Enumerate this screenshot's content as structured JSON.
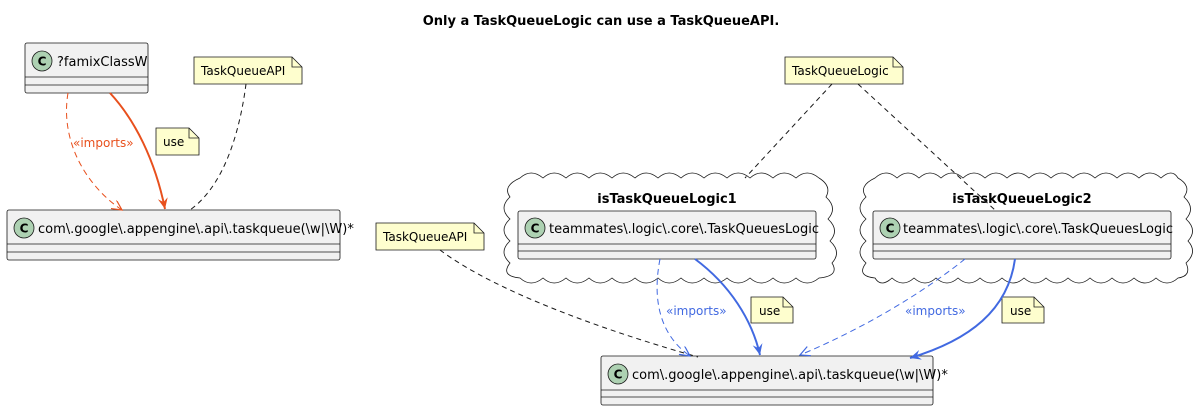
{
  "title": "Only a TaskQueueLogic can use a TaskQueueAPI.",
  "classes": {
    "famix": "?famixClassW",
    "api_left": "com\\.google\\.appengine\\.api\\.taskqueue(\\w|\\W)*",
    "logic1": "teammates\\.logic\\.core\\.TaskQueuesLogic",
    "logic2": "teammates\\.logic\\.core\\.TaskQueuesLogic",
    "api_right": "com\\.google\\.appengine\\.api\\.taskqueue(\\w|\\W)*"
  },
  "class_icon_letter": "C",
  "packages": {
    "pkg1": "isTaskQueueLogic1",
    "pkg2": "isTaskQueueLogic2"
  },
  "notes": {
    "api_top": "TaskQueueAPI",
    "use_left": "use",
    "logic_top": "TaskQueueLogic",
    "api_mid": "TaskQueueAPI",
    "use_mid": "use",
    "use_right": "use"
  },
  "labels": {
    "imports_left": "«imports»",
    "imports_mid": "«imports»",
    "imports_right": "«imports»"
  },
  "colors": {
    "orange": "#E8501D",
    "blue": "#4169E1",
    "class_fill": "#F1F1F1",
    "class_icon": "#ADD1B2",
    "note_fill": "#FEFECE"
  }
}
